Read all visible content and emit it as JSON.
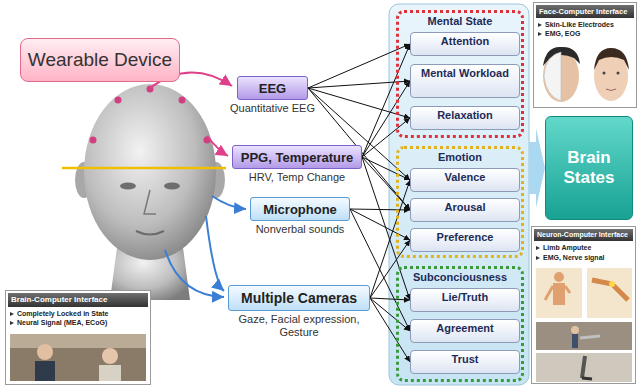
{
  "diagram": {
    "nodes": [
      {
        "text": [
          "Wearable Device"
        ]
      },
      {
        "text": [
          "EEG",
          "Quantitative EEG"
        ]
      },
      {
        "text": [
          "PPG, Temperature",
          "HRV, Temp Change"
        ]
      },
      {
        "text": [
          "Microphone",
          "Nonverbal sounds"
        ]
      },
      {
        "text": [
          "Multiple Cameras",
          "Gaze, Facial expression, Gesture"
        ]
      },
      {
        "text": [
          "Brain-Computer Interface",
          "Completely Locked in State",
          "Neural Signal (MEA, ECoG)"
        ]
      },
      {
        "text": [
          "Mental State"
        ]
      },
      {
        "text": [
          "Attention"
        ],
        "in": 6
      },
      {
        "text": [
          "Mental Workload"
        ],
        "in": 6
      },
      {
        "text": [
          "Relaxation"
        ],
        "in": 6
      },
      {
        "text": [
          "Emotion"
        ]
      },
      {
        "text": [
          "Valence"
        ],
        "in": 10
      },
      {
        "text": [
          "Arousal"
        ],
        "in": 10
      },
      {
        "text": [
          "Preference"
        ],
        "in": 10
      },
      {
        "text": [
          "Subconciousness"
        ]
      },
      {
        "text": [
          "Lie/Truth"
        ],
        "in": 14
      },
      {
        "text": [
          "Agreement"
        ],
        "in": 14
      },
      {
        "text": [
          "Trust"
        ],
        "in": 14
      },
      {
        "text": [
          "Face-Computer Interface",
          "Skin-Like Electrodes",
          "EMG, EOG"
        ]
      },
      {
        "text": [
          "Brain States"
        ]
      },
      {
        "text": [
          "Neuron-Computer Interface",
          "Limb Amputee",
          "EMG, Nerve signal"
        ]
      }
    ],
    "edges": [
      {
        "from": 1,
        "to": 7,
        "arrow": "to"
      },
      {
        "from": 1,
        "to": 8,
        "arrow": "to"
      },
      {
        "from": 1,
        "to": 9,
        "arrow": "to"
      },
      {
        "from": 1,
        "to": 11,
        "arrow": "to"
      },
      {
        "from": 1,
        "to": 12,
        "arrow": "to"
      },
      {
        "from": 2,
        "to": 7,
        "arrow": "to"
      },
      {
        "from": 2,
        "to": 8,
        "arrow": "to"
      },
      {
        "from": 2,
        "to": 9,
        "arrow": "to"
      },
      {
        "from": 2,
        "to": 11,
        "arrow": "to"
      },
      {
        "from": 2,
        "to": 12,
        "arrow": "to"
      },
      {
        "from": 2,
        "to": 15,
        "arrow": "to"
      },
      {
        "from": 3,
        "to": 12,
        "arrow": "to"
      },
      {
        "from": 3,
        "to": 13,
        "arrow": "to"
      },
      {
        "from": 3,
        "to": 16,
        "arrow": "to"
      },
      {
        "from": 4,
        "to": 11,
        "arrow": "to"
      },
      {
        "from": 4,
        "to": 13,
        "arrow": "to"
      },
      {
        "from": 4,
        "to": 15,
        "arrow": "to"
      },
      {
        "from": 4,
        "to": 16,
        "arrow": "to"
      },
      {
        "from": 4,
        "to": 17,
        "arrow": "to"
      }
    ]
  }
}
